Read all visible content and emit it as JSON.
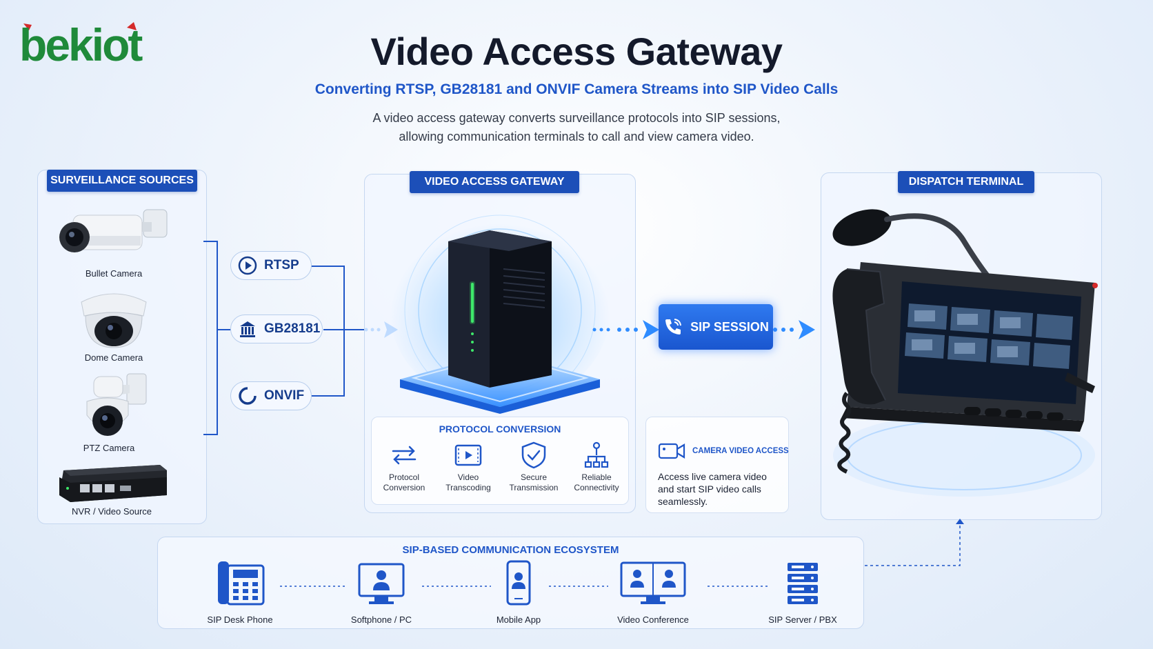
{
  "brand": {
    "logo_text": "bekiot",
    "primary": "#1f8a3a",
    "accent": "#d42a2a"
  },
  "header": {
    "title": "Video Access Gateway",
    "subtitle": "Converting RTSP, GB28181 and ONVIF Camera Streams into SIP Video Calls",
    "description_line1": "A video access gateway converts surveillance protocols into SIP sessions,",
    "description_line2": "allowing communication terminals to call and view camera video."
  },
  "sources": {
    "heading": "SURVEILLANCE SOURCES",
    "items": [
      {
        "label": "Bullet Camera",
        "icon": "bullet-camera-icon"
      },
      {
        "label": "Dome Camera",
        "icon": "dome-camera-icon"
      },
      {
        "label": "PTZ Camera",
        "icon": "ptz-camera-icon"
      },
      {
        "label": "NVR / Video Source",
        "icon": "nvr-icon"
      }
    ]
  },
  "protocols": [
    {
      "label": "RTSP",
      "icon": "play-icon"
    },
    {
      "label": "GB28181",
      "icon": "institution-icon"
    },
    {
      "label": "ONVIF",
      "icon": "onvif-ring-icon"
    }
  ],
  "gateway": {
    "heading": "VIDEO ACCESS GATEWAY",
    "conversion_title": "PROTOCOL CONVERSION",
    "features": [
      {
        "line1": "Protocol",
        "line2": "Conversion",
        "icon": "convert-arrows-icon"
      },
      {
        "line1": "Video",
        "line2": "Transcoding",
        "icon": "video-transcode-icon"
      },
      {
        "line1": "Secure",
        "line2": "Transmission",
        "icon": "shield-check-icon"
      },
      {
        "line1": "Reliable",
        "line2": "Connectivity",
        "icon": "network-icon"
      }
    ]
  },
  "session": {
    "label": "SIP SESSION",
    "icon": "phone-call-icon"
  },
  "camera_access": {
    "title": "CAMERA VIDEO ACCESS",
    "line1": "Access live camera video",
    "line2": "and start SIP video calls",
    "line3": "seamlessly."
  },
  "terminal": {
    "heading": "DISPATCH TERMINAL"
  },
  "ecosystem": {
    "title": "SIP-BASED COMMUNICATION ECOSYSTEM",
    "items": [
      {
        "label": "SIP Desk Phone",
        "icon": "desk-phone-icon"
      },
      {
        "label": "Softphone / PC",
        "icon": "pc-icon"
      },
      {
        "label": "Mobile App",
        "icon": "mobile-icon"
      },
      {
        "label": "Video Conference",
        "icon": "video-conference-icon"
      },
      {
        "label": "SIP Server / PBX",
        "icon": "server-icon"
      }
    ]
  },
  "colors": {
    "heading_blue": "#1c4fb8",
    "line_blue": "#1f56c8",
    "glow": "#2f8cff",
    "led_green": "#3ee86a"
  }
}
